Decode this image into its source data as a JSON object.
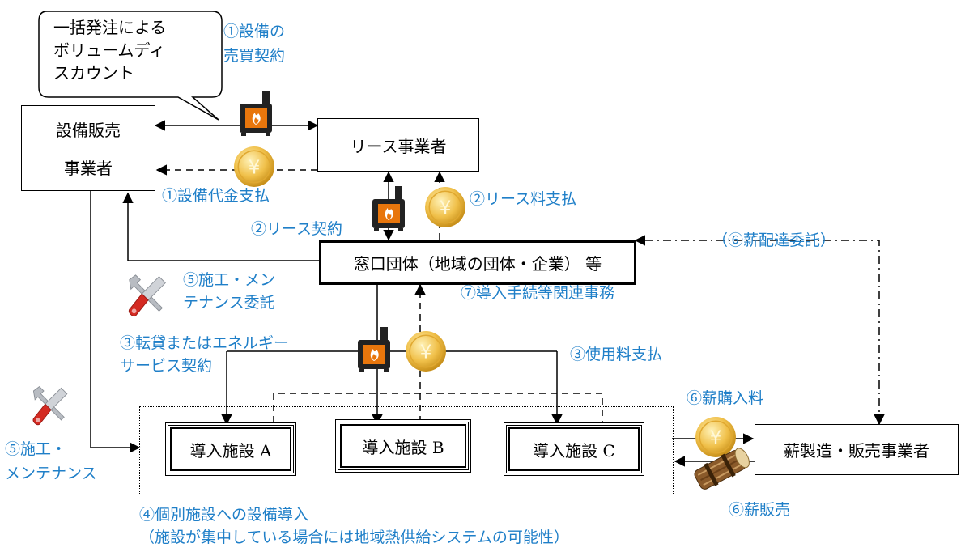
{
  "nodes": {
    "equipment_seller": [
      "設備販売",
      "事業者"
    ],
    "lessor": "リース事業者",
    "contact_org": "窓口団体（地域の団体・企業）  等",
    "facility_a": "導入施設 A",
    "facility_b": "導入施設 B",
    "facility_c": "導入施設 C",
    "firewood_supplier": "薪製造・販売事業者"
  },
  "callout": [
    "一括発注による",
    "ボリュームディ",
    "スカウント"
  ],
  "labels": {
    "equipment_sale": [
      "①設備の",
      "売買契約"
    ],
    "equipment_payment": "①設備代金支払",
    "lease_payment": "②リース料支払",
    "lease_contract": "②リース契約",
    "construction_outsourcing": [
      "⑤施工・メン",
      "テナンス委託"
    ],
    "admin_work": "⑦導入手続等関連事務",
    "sublease": [
      "③転貸またはエネルギー",
      "サービス契約"
    ],
    "usage_fee": "③使用料支払",
    "firewood_delivery": "（⑥薪配達委託）",
    "firewood_purchase_fee": "⑥薪購入料",
    "firewood_sale": "⑥薪販売",
    "construction": [
      "⑤施工・",
      "メンテナンス"
    ],
    "individual_install": [
      "④個別施設への設備導入",
      "（施設が集中している場合には地域熱供給システムの可能性）"
    ]
  },
  "icons": {
    "stove": "wood-stove-icon",
    "coin": "yen-coin-icon",
    "tools": "wrench-screwdriver-icon",
    "firewood": "firewood-bundle-icon"
  },
  "colors": {
    "label_text": "#1f7fc8",
    "stove_body": "#e8760c",
    "coin": "#f0c04a"
  }
}
